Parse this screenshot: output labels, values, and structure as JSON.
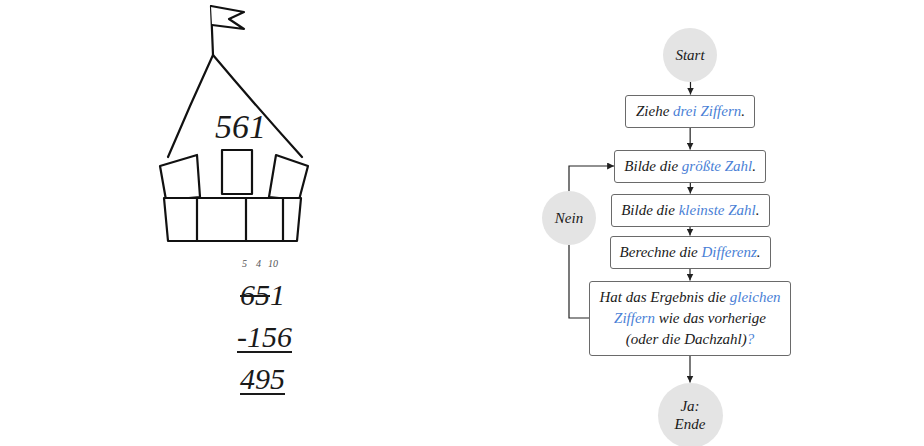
{
  "diagram": {
    "nodes": [
      {
        "text": [
          "Start"
        ]
      },
      {
        "text": [
          "Ziehe drei Ziffern."
        ]
      },
      {
        "text": [
          "Bilde die größte Zahl."
        ]
      },
      {
        "text": [
          "Bilde die kleinste Zahl."
        ]
      },
      {
        "text": [
          "Berechne die Differenz."
        ]
      },
      {
        "text": [
          "Hat das Ergebnis die gleichen Ziffern wie das vorherige (oder die Dachzahl)?"
        ]
      },
      {
        "text": [
          "Nein"
        ]
      },
      {
        "text": [
          "Ja: Ende"
        ]
      }
    ],
    "edges": [
      {
        "from": 0,
        "to": 1,
        "arrow": "to"
      },
      {
        "from": 1,
        "to": 2,
        "arrow": "to"
      },
      {
        "from": 2,
        "to": 3,
        "arrow": "to"
      },
      {
        "from": 3,
        "to": 4,
        "arrow": "to"
      },
      {
        "from": 4,
        "to": 5,
        "arrow": "to"
      },
      {
        "from": 5,
        "to": 7,
        "arrow": "to"
      },
      {
        "from": 5,
        "to": 6,
        "arrow": "none"
      },
      {
        "from": 6,
        "to": 2,
        "arrow": "to"
      }
    ],
    "labels": [
      "561",
      "5",
      "4",
      "10",
      "651",
      "-156",
      "495"
    ]
  }
}
